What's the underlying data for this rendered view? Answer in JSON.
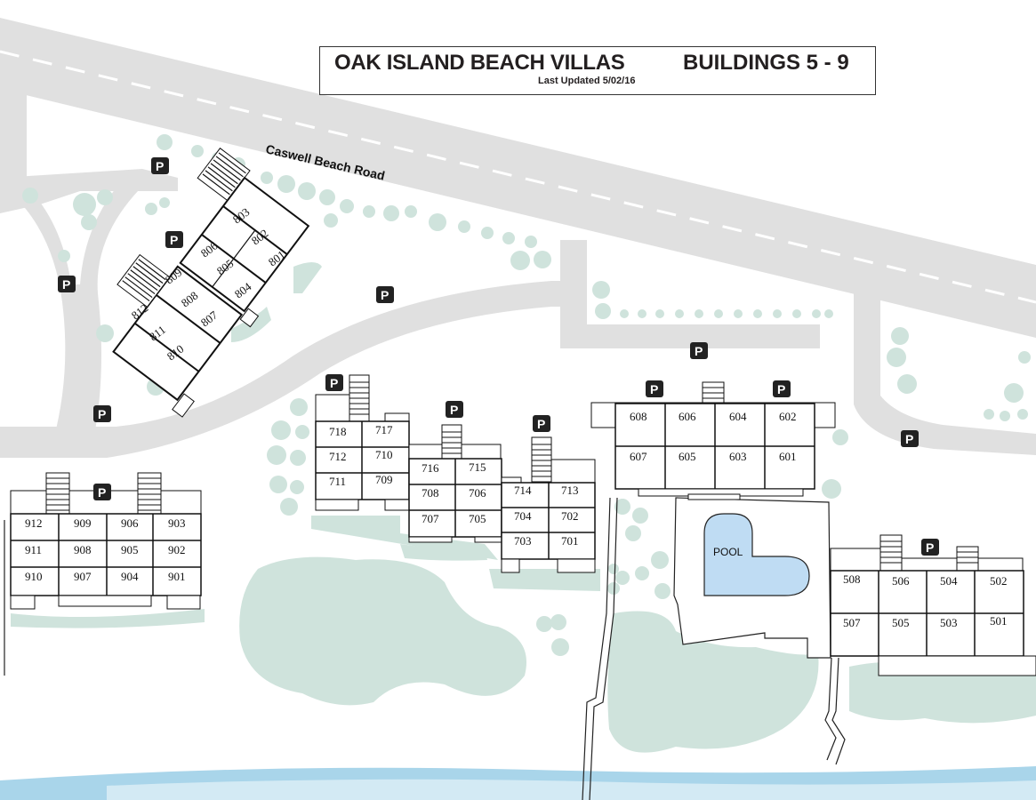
{
  "title": {
    "main": "OAK ISLAND BEACH VILLAS",
    "buildings": "BUILDINGS 5 - 9",
    "updated": "Last Updated 5/02/16"
  },
  "road_label": "Caswell Beach Road",
  "pool_label": "POOL",
  "parking_label": "P",
  "colors": {
    "road": "#e0e0e0",
    "vegetation": "#cfe3dc",
    "pool": "#bfdcf3",
    "water": "#a9d5ea",
    "building_outline": "#222222",
    "parking_bg": "#222222"
  },
  "buildings": {
    "b5": [
      "508",
      "506",
      "504",
      "502",
      "507",
      "505",
      "503",
      "501"
    ],
    "b6": [
      "608",
      "606",
      "604",
      "602",
      "607",
      "605",
      "603",
      "601"
    ],
    "b7a": [
      "718",
      "717",
      "712",
      "710",
      "711",
      "709"
    ],
    "b7b": [
      "716",
      "715",
      "708",
      "706",
      "707",
      "705"
    ],
    "b7c": [
      "714",
      "713",
      "704",
      "702",
      "703",
      "701"
    ],
    "b8": [
      "803",
      "802",
      "801",
      "806",
      "805",
      "804",
      "809",
      "808",
      "807",
      "812",
      "811",
      "810"
    ],
    "b9": [
      "912",
      "909",
      "906",
      "903",
      "911",
      "908",
      "905",
      "902",
      "910",
      "907",
      "904",
      "901"
    ]
  }
}
